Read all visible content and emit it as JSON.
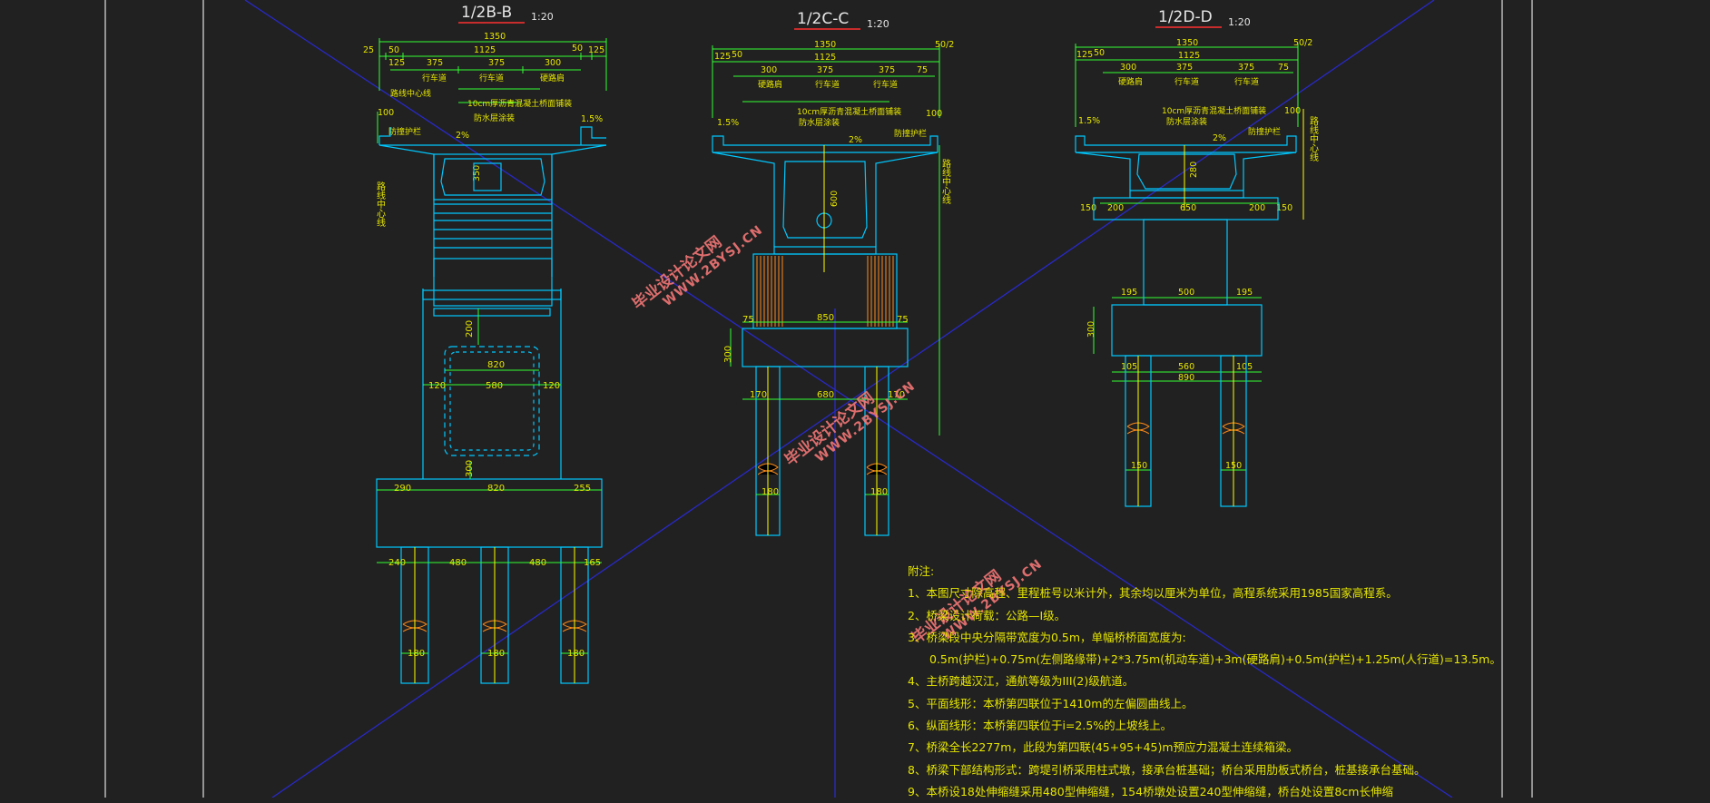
{
  "colors": {
    "background": "#212121",
    "concrete": "#00c8ff",
    "dimension": "#33ff33",
    "centerline": "#ffff00",
    "frame": "#e0e0e0",
    "diagonal": "#2828c8",
    "watermark": "#ff7b7b",
    "rebar": "#ff8c1a",
    "hatch": "#ff4040"
  },
  "sections": [
    {
      "id": "B",
      "title": "1/2B-B",
      "scale": "1:20",
      "deck_dims": {
        "total": "1350",
        "sub": [
          "25",
          "50",
          "1125",
          "50",
          "125"
        ],
        "lanes": [
          "125",
          "375",
          "375",
          "300"
        ],
        "lane_names": [
          "行车道",
          "行车道",
          "硬路肩"
        ]
      },
      "labels": {
        "centerline_top": "路线中心线",
        "pavement": "10cm厚沥青混凝土桥面铺装",
        "anticorr": "防水层涂装",
        "barrier": "防撞护栏",
        "slope_l": "2%",
        "slope_r": "1.5%",
        "h100": "100",
        "h350": "350",
        "vertical_center": "路线中心线"
      },
      "pier_dims": {
        "d200": "200",
        "d820": "820",
        "d120a": "120",
        "d580": "580",
        "d120b": "120",
        "d300": "300"
      },
      "cap_dims": [
        "290",
        "820",
        "255"
      ],
      "pile_dims": [
        "240",
        "480",
        "480",
        "165"
      ],
      "pile_dia": [
        "180",
        "180",
        "180"
      ]
    },
    {
      "id": "C",
      "title": "1/2C-C",
      "scale": "1:20",
      "deck_dims": {
        "total": "1350",
        "sub": [
          "125",
          "50",
          "1125",
          "50/2"
        ],
        "lanes": [
          "300",
          "375",
          "375",
          "75"
        ],
        "lane_names": [
          "硬路肩",
          "行车道",
          "行车道"
        ]
      },
      "labels": {
        "pavement": "10cm厚沥青混凝土桥面铺装",
        "anticorr": "防水层涂装",
        "barrier": "防撞护栏",
        "slope_l": "1.5%",
        "slope_r": "2%",
        "h100": "100",
        "h600": "600",
        "vertical_center": "路线中心线"
      },
      "cap_dims": {
        "d75a": "75",
        "d850": "850",
        "d75b": "75",
        "d300": "300",
        "d170a": "170",
        "d680": "680",
        "d170b": "170"
      },
      "pile_dia": [
        "180",
        "180"
      ]
    },
    {
      "id": "D",
      "title": "1/2D-D",
      "scale": "1:20",
      "deck_dims": {
        "total": "1350",
        "sub": [
          "125",
          "50",
          "1125",
          "50/2"
        ],
        "lanes": [
          "300",
          "375",
          "375",
          "75"
        ],
        "lane_names": [
          "硬路肩",
          "行车道",
          "行车道"
        ]
      },
      "labels": {
        "pavement": "10cm厚沥青混凝土桥面铺装",
        "anticorr": "防水层涂装",
        "barrier": "防撞护栏",
        "slope_l": "1.5%",
        "slope_r": "2%",
        "h100": "100",
        "h280": "280",
        "vertical_center": "路线中心线"
      },
      "bearing_dims": [
        "150",
        "200",
        "650",
        "200",
        "150"
      ],
      "cap_dims": {
        "top": [
          "195",
          "500",
          "195"
        ],
        "h": "300",
        "bot": [
          "105",
          "560",
          "105"
        ],
        "total": "890"
      },
      "pile_dia": [
        "150",
        "150"
      ]
    }
  ],
  "notes": {
    "title": "附注:",
    "lines": [
      "1、本图尺寸除高程、里程桩号以米计外，其余均以厘米为单位，高程系统采用1985国家高程系。",
      "2、桥梁设计荷载：公路—I级。",
      "3、桥梁段中央分隔带宽度为0.5m，单幅桥桥面宽度为:",
      "0.5m(护栏)+0.75m(左侧路缘带)+2*3.75m(机动车道)+3m(硬路肩)+0.5m(护栏)+1.25m(人行道)=13.5m。",
      "4、主桥跨越汉江，通航等级为III(2)级航道。",
      "5、平面线形：本桥第四联位于1410m的左偏圆曲线上。",
      "6、纵面线形：本桥第四联位于i=2.5%的上坡线上。",
      "7、桥梁全长2277m，此段为第四联(45+95+45)m预应力混凝土连续箱梁。",
      "8、桥梁下部结构形式：跨堤引桥采用柱式墩，接承台桩基础；桥台采用肋板式桥台，桩基接承台基础。",
      "9、本桥设18处伸缩缝采用480型伸缩缝，154桥墩处设置240型伸缩缝，桥台处设置8cm长伸缩"
    ]
  },
  "watermark": {
    "cn": "毕业设计论文网",
    "url": "WWW.2BYSJ.CN"
  }
}
